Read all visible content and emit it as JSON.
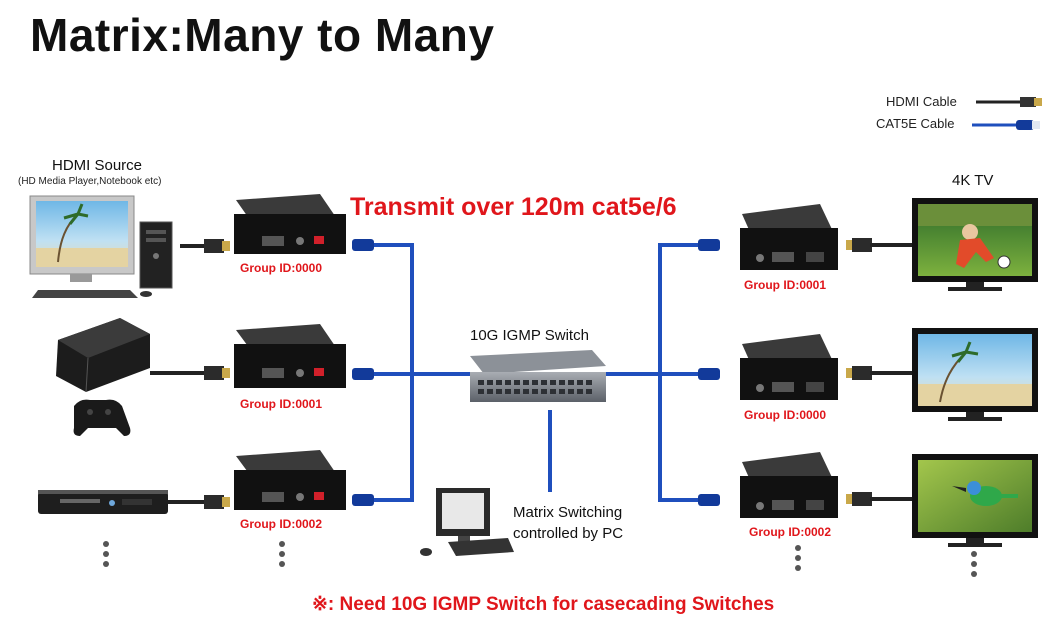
{
  "title": "Matrix:Many to Many",
  "legend": {
    "hdmi": "HDMI Cable",
    "cat5e": "CAT5E Cable"
  },
  "source": {
    "title": "HDMI Source",
    "subtitle": "(HD Media Player,Notebook etc)"
  },
  "display": {
    "title": "4K TV"
  },
  "transmit_text": "Transmit over 120m cat5e/6",
  "switch_label": "10G IGMP Switch",
  "pc_label_1": "Matrix Switching",
  "pc_label_2": "controlled by PC",
  "tx_groups": [
    "Group ID:0000",
    "Group ID:0001",
    "Group ID:0002"
  ],
  "rx_groups": [
    "Group ID:0001",
    "Group ID:0000",
    "Group ID:0002"
  ],
  "footnote": "※:  Need 10G IGMP Switch for casecading Switches",
  "colors": {
    "accent": "#e0161b",
    "cat_cable": "#1f4fbd",
    "hdmi_cable": "#222222"
  }
}
